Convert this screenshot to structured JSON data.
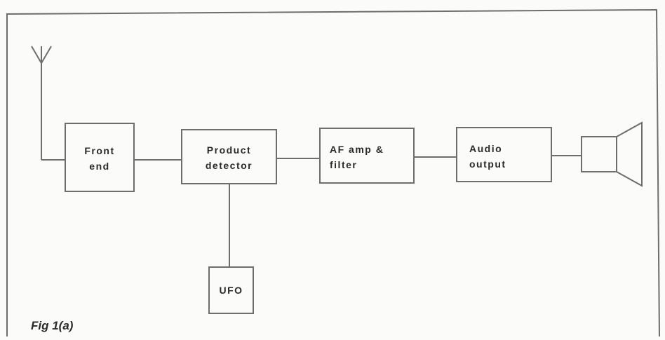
{
  "blocks": {
    "front_end": {
      "line1": "Front",
      "line2": "end"
    },
    "product_detector": {
      "line1": "Product",
      "line2": "detector"
    },
    "af_amp": {
      "line1": "AF amp &",
      "line2": "filter"
    },
    "audio_output": {
      "line1": "Audio",
      "line2": "output"
    },
    "ufo": {
      "label": "UFO"
    }
  },
  "caption": "Fig 1(a)",
  "colors": {
    "line": "#6e6e6e",
    "text": "#2a2a2a",
    "background": "#fbfbf9"
  }
}
